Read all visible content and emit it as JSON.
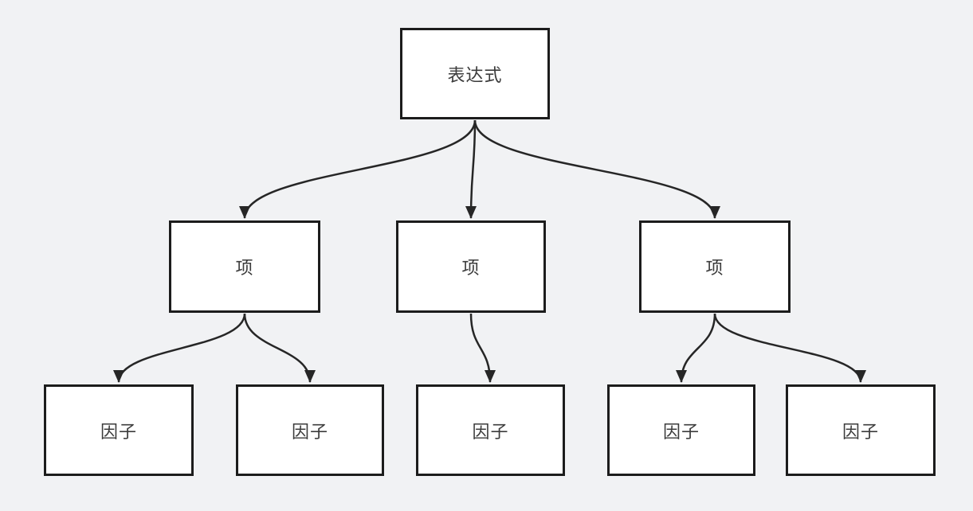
{
  "diagram": {
    "type": "tree",
    "root": {
      "id": "expression",
      "label": "表达式"
    },
    "terms": [
      {
        "id": "term-1",
        "label": "项"
      },
      {
        "id": "term-2",
        "label": "项"
      },
      {
        "id": "term-3",
        "label": "项"
      }
    ],
    "factors": [
      {
        "id": "factor-1",
        "label": "因子"
      },
      {
        "id": "factor-2",
        "label": "因子"
      },
      {
        "id": "factor-3",
        "label": "因子"
      },
      {
        "id": "factor-4",
        "label": "因子"
      },
      {
        "id": "factor-5",
        "label": "因子"
      }
    ],
    "edges": [
      {
        "from": "expression",
        "to": "term-1"
      },
      {
        "from": "expression",
        "to": "term-2"
      },
      {
        "from": "expression",
        "to": "term-3"
      },
      {
        "from": "term-1",
        "to": "factor-1"
      },
      {
        "from": "term-1",
        "to": "factor-2"
      },
      {
        "from": "term-2",
        "to": "factor-3"
      },
      {
        "from": "term-3",
        "to": "factor-4"
      },
      {
        "from": "term-3",
        "to": "factor-5"
      }
    ]
  },
  "colors": {
    "background": "#f1f2f4",
    "node_fill": "#ffffff",
    "node_border": "#1c1c1c",
    "edge": "#262626",
    "text": "#3c3c3c"
  }
}
